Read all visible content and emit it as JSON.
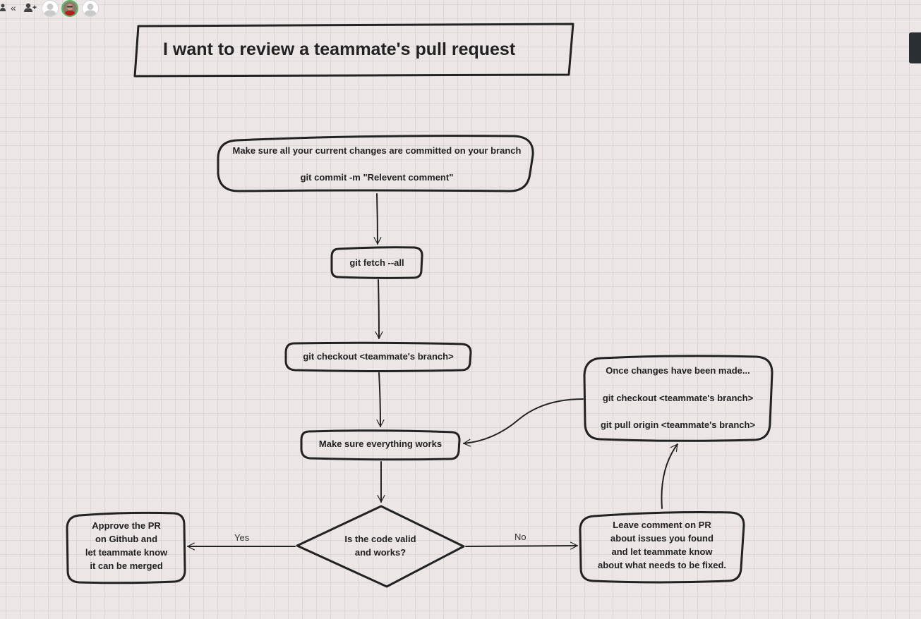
{
  "toolbar": {
    "icons": [
      "group-icon",
      "collapse-chevrons-icon",
      "add-user-icon"
    ],
    "avatars": [
      "user-avatar",
      "active-user-avatar",
      "user-avatar"
    ]
  },
  "colors": {
    "background": "#ece7e6",
    "stroke": "#222222",
    "active_avatar_ring": "#5bb75b"
  },
  "diagram": {
    "title": "I want to review a teammate's pull request",
    "nodes": {
      "commit": {
        "line1": "Make sure all your current changes are committed on your branch",
        "line2": "git commit -m \"Relevent comment\""
      },
      "fetch": "git fetch --all",
      "checkout": "git checkout <teammate's branch>",
      "works": "Make sure everything works",
      "decision": {
        "line1": "Is the code valid",
        "line2": "and works?"
      },
      "approve": {
        "line1": "Approve the PR",
        "line2": "on Github and",
        "line3": "let teammate know",
        "line4": "it can be merged"
      },
      "comment": {
        "line1": "Leave comment on PR",
        "line2": "about issues you found",
        "line3": "and let teammate know",
        "line4": "about what needs to be fixed."
      },
      "changes": {
        "line1": "Once changes have been made...",
        "line2": "git checkout <teammate's branch>",
        "line3": "git pull origin <teammate's branch>"
      }
    },
    "edges": {
      "yes": "Yes",
      "no": "No"
    }
  }
}
